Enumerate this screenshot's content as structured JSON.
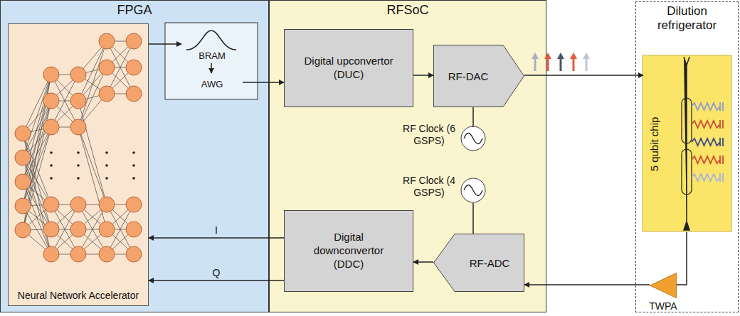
{
  "diagram": {
    "nodes": [
      {
        "text": [
          "FPGA"
        ]
      },
      {
        "text": [
          "Neural Network Accelerator"
        ],
        "in": 0
      },
      {
        "text": [
          "BRAM"
        ],
        "in": 0
      },
      {
        "text": [
          "AWG"
        ],
        "in": 0
      },
      {
        "text": [
          "RFSoC"
        ]
      },
      {
        "text": [
          "Digital upconvertor (DUC)"
        ],
        "in": 4
      },
      {
        "text": [
          "RF-DAC"
        ],
        "in": 4
      },
      {
        "text": [
          "RF Clock (6 GSPS)"
        ],
        "in": 4
      },
      {
        "text": [
          "RF Clock (4 GSPS)"
        ],
        "in": 4
      },
      {
        "text": [
          "Digital downconvertor (DDC)"
        ],
        "in": 4
      },
      {
        "text": [
          "RF-ADC"
        ],
        "in": 4
      },
      {
        "text": [
          "Dilution refrigerator"
        ]
      },
      {
        "text": [
          "5 qubit chip"
        ],
        "in": 11
      },
      {
        "text": [
          "TWPA"
        ],
        "in": 11
      }
    ],
    "edges": [
      {
        "from": 1,
        "to": 2,
        "arrow": "to"
      },
      {
        "from": 2,
        "to": 3,
        "arrow": "to"
      },
      {
        "from": 3,
        "to": 5,
        "arrow": "to"
      },
      {
        "from": 5,
        "to": 6,
        "arrow": "to"
      },
      {
        "from": 6,
        "to": 12,
        "arrow": "to"
      },
      {
        "from": 7,
        "to": 6,
        "arrow": "none"
      },
      {
        "from": 8,
        "to": 10,
        "arrow": "none"
      },
      {
        "from": 10,
        "to": 9,
        "arrow": "to"
      },
      {
        "from": 9,
        "to": 1,
        "label": "I",
        "arrow": "to"
      },
      {
        "from": 9,
        "to": 1,
        "label": "Q",
        "arrow": "to"
      },
      {
        "from": 12,
        "to": 13,
        "arrow": "none"
      },
      {
        "from": 13,
        "to": 10,
        "arrow": "to"
      }
    ]
  }
}
